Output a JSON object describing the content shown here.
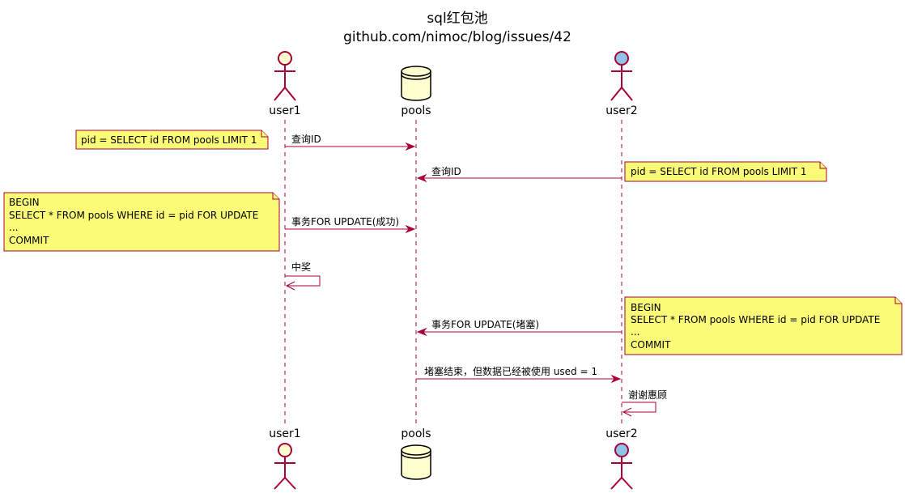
{
  "diagram": {
    "title": "sql红包池",
    "subtitle": "github.com/nimoc/blog/issues/42",
    "participants": {
      "user1": {
        "label": "user1",
        "kind": "actor",
        "head_color": "#FEFECE"
      },
      "pools": {
        "label": "pools",
        "kind": "database",
        "fill_color": "#FEFECE"
      },
      "user2": {
        "label": "user2",
        "kind": "actor",
        "head_color": "#8EC5E6"
      }
    },
    "messages": [
      {
        "from": "user1",
        "to": "pools",
        "label": "查询ID"
      },
      {
        "from": "user2",
        "to": "pools",
        "label": "查询ID"
      },
      {
        "from": "user1",
        "to": "pools",
        "label": "事务FOR UPDATE(成功)"
      },
      {
        "from": "user1",
        "to": "user1",
        "label": "中奖"
      },
      {
        "from": "user2",
        "to": "pools",
        "label": "事务FOR UPDATE(堵塞)"
      },
      {
        "from": "pools",
        "to": "user2",
        "label": "堵塞结束，但数据已经被使用 used = 1"
      },
      {
        "from": "user2",
        "to": "user2",
        "label": "谢谢惠顾"
      }
    ],
    "notes": [
      {
        "attached_to": "user1",
        "side": "left",
        "lines": [
          "pid = SELECT id FROM pools LIMIT 1"
        ]
      },
      {
        "attached_to": "user2",
        "side": "right",
        "lines": [
          "pid = SELECT id FROM pools LIMIT 1"
        ]
      },
      {
        "attached_to": "user1",
        "side": "left",
        "lines": [
          "BEGIN",
          "SELECT * FROM pools WHERE id = pid FOR UPDATE",
          "...",
          "COMMIT"
        ]
      },
      {
        "attached_to": "user2",
        "side": "right",
        "lines": [
          "BEGIN",
          "SELECT * FROM pools WHERE id = pid FOR UPDATE",
          "...",
          "COMMIT"
        ]
      }
    ],
    "colors": {
      "line": "#A80036",
      "note_fill": "#FBFB77",
      "participant_fill": "#FEFECE",
      "user2_head": "#8EC5E6"
    }
  }
}
